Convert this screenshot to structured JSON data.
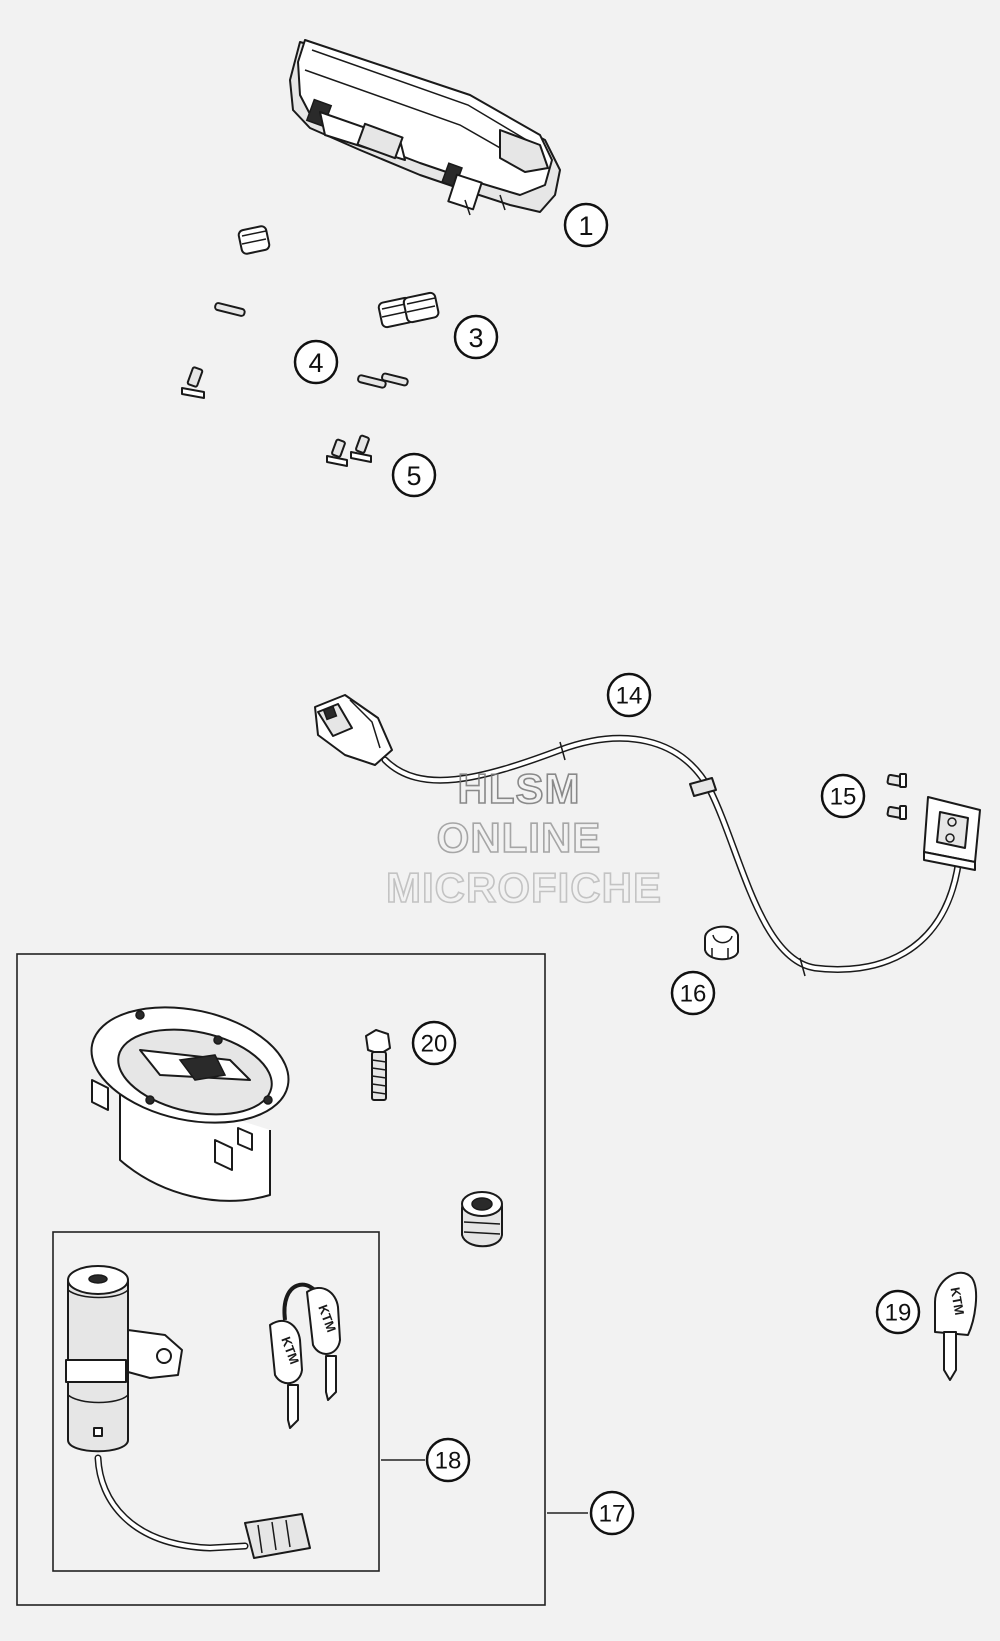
{
  "watermark": {
    "line1": "HLSM",
    "line2": "ONLINE",
    "line3": "MICROFICHE"
  },
  "callouts": {
    "c1": "1",
    "c3": "3",
    "c4": "4",
    "c5": "5",
    "c14": "14",
    "c15": "15",
    "c16": "16",
    "c17": "17",
    "c18": "18",
    "c19": "19",
    "c20": "20"
  },
  "key_brand": "KTM",
  "colors": {
    "background": "#f2f2f2",
    "line": "#1a1a1a"
  }
}
